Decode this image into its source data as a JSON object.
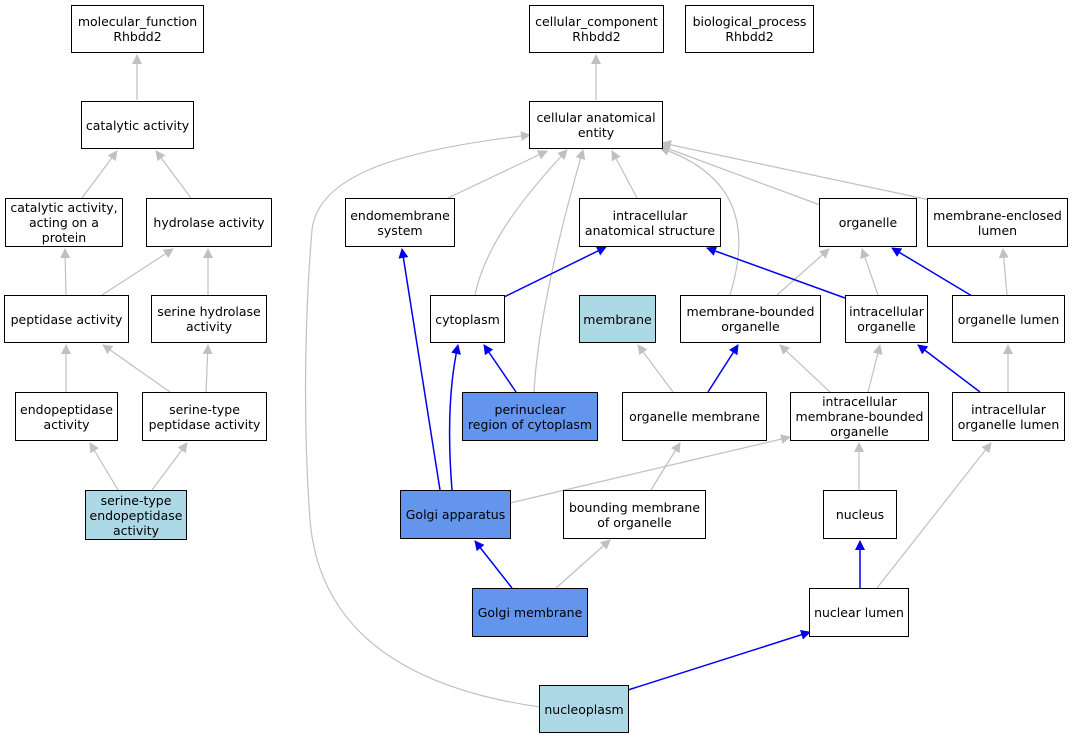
{
  "colors": {
    "node_default": "#ffffff",
    "node_light": "#add8e6",
    "node_highlight": "#6495ed",
    "edge_gray": "#c0c0c0",
    "edge_blue": "#0000ee",
    "border": "#000000"
  },
  "nodes": {
    "mf": "molecular_function\nRhbdd2",
    "cc": "cellular_component\nRhbdd2",
    "bp": "biological_process\nRhbdd2",
    "catalytic": "catalytic activity",
    "catalytic_protein": "catalytic activity,\nacting on a\nprotein",
    "hydrolase": "hydrolase activity",
    "peptidase": "peptidase activity",
    "serine_hydrolase": "serine hydrolase\nactivity",
    "endopeptidase": "endopeptidase\nactivity",
    "serine_type_peptidase": "serine-type\npeptidase activity",
    "serine_type_endopeptidase": "serine-type\nendopeptidase\nactivity",
    "cae": "cellular anatomical\nentity",
    "endomembrane": "endomembrane\nsystem",
    "ias": "intracellular\nanatomical structure",
    "organelle": "organelle",
    "mel": "membrane-enclosed\nlumen",
    "cytoplasm": "cytoplasm",
    "membrane": "membrane",
    "mbo": "membrane-bounded\norganelle",
    "io": "intracellular\norganelle",
    "ol": "organelle lumen",
    "perinuclear": "perinuclear\nregion of cytoplasm",
    "om": "organelle membrane",
    "imbo": "intracellular\nmembrane-bounded\norganelle",
    "iol": "intracellular\norganelle lumen",
    "golgi": "Golgi apparatus",
    "bmo": "bounding membrane\nof organelle",
    "nucleus": "nucleus",
    "golgi_membrane": "Golgi membrane",
    "nuclear_lumen": "nuclear lumen",
    "nucleoplasm": "nucleoplasm"
  }
}
